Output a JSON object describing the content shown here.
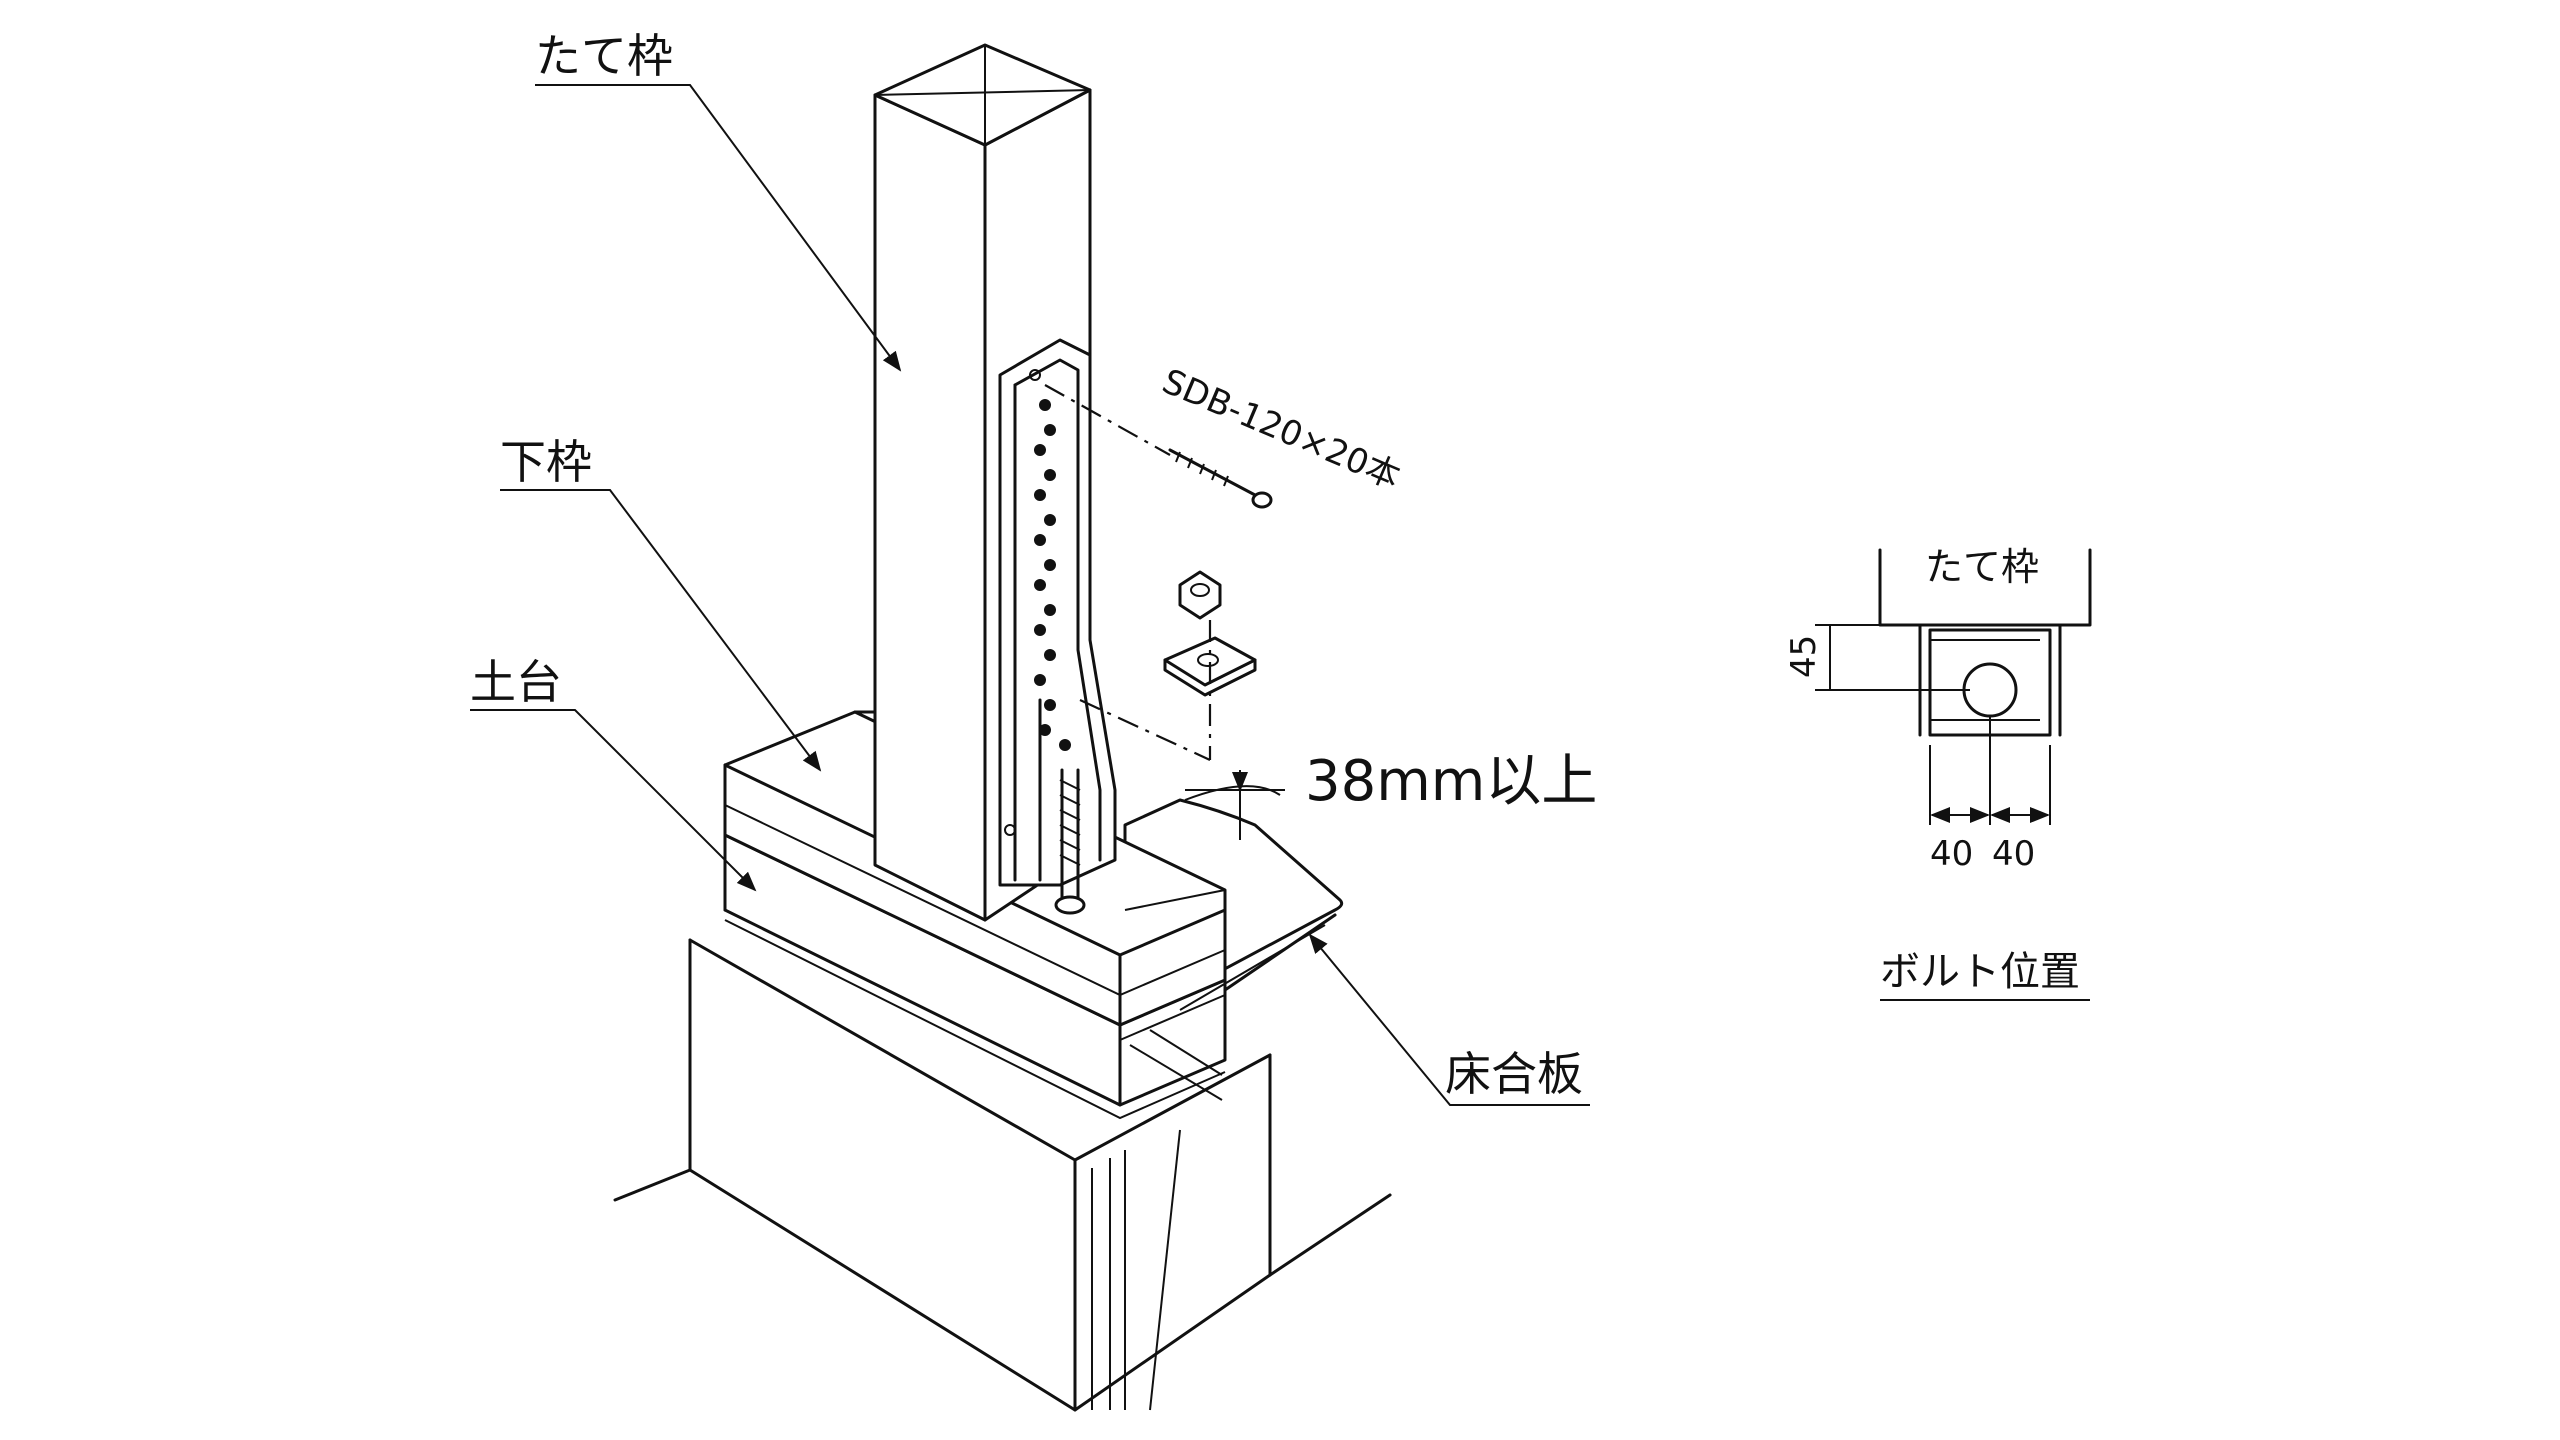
{
  "labels": {
    "tategamachi": "たて枠",
    "shitawaku": "下枠",
    "dodai": "土台",
    "yukagouhan": "床合板",
    "screw_spec": "SDB-120×20本",
    "min_depth": "38mm以上"
  },
  "detail": {
    "title": "ボルト位置",
    "member_label": "たて枠",
    "dim_vertical": "45",
    "dim_left": "40",
    "dim_right": "40"
  }
}
